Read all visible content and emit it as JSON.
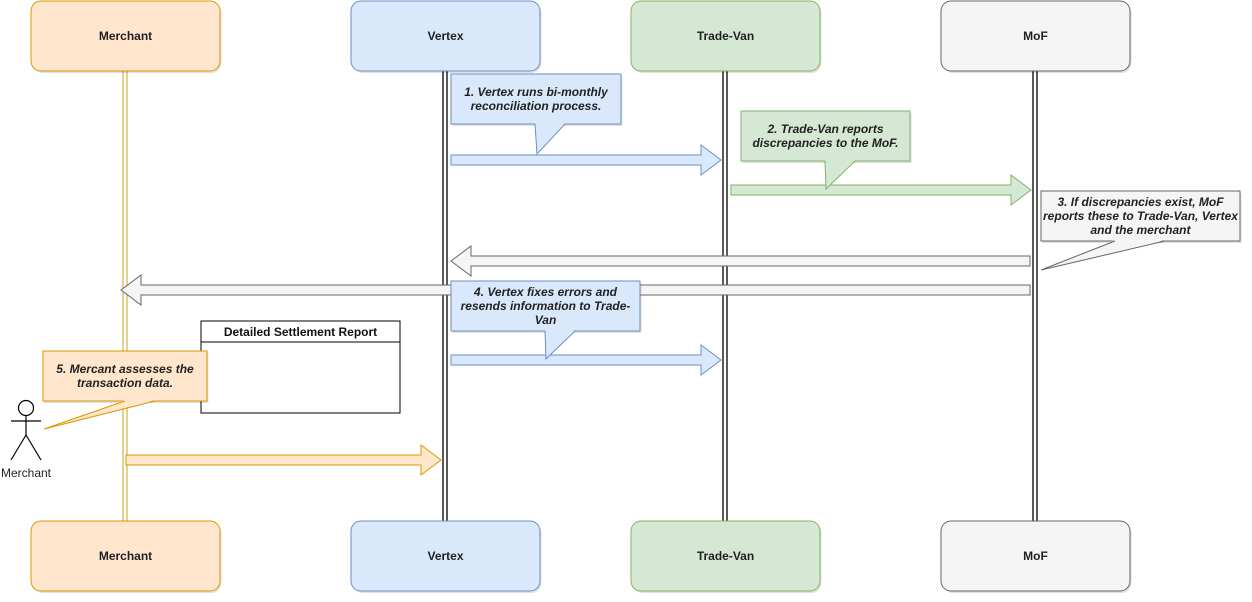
{
  "participants": [
    {
      "id": "merchant",
      "label": "Merchant",
      "fill": "#ffe6cc",
      "stroke": "#d79b00"
    },
    {
      "id": "vertex",
      "label": "Vertex",
      "fill": "#dae8fc",
      "stroke": "#6c8ebf"
    },
    {
      "id": "tradevan",
      "label": "Trade-Van",
      "fill": "#d5e8d4",
      "stroke": "#82b366"
    },
    {
      "id": "mof",
      "label": "MoF",
      "fill": "#f5f5f5",
      "stroke": "#666666"
    }
  ],
  "lifeline_colors": {
    "merchant": "#d6b656",
    "vertex": "#000000",
    "tradevan": "#000000",
    "mof": "#000000"
  },
  "messages": [
    {
      "id": "m1",
      "from": "vertex",
      "to": "tradevan",
      "color": "vertex"
    },
    {
      "id": "m2",
      "from": "tradevan",
      "to": "mof",
      "color": "tradevan"
    },
    {
      "id": "m3a",
      "from": "mof",
      "to": "vertex",
      "color": "mof"
    },
    {
      "id": "m3b",
      "from": "mof",
      "to": "merchant",
      "color": "mof"
    },
    {
      "id": "m4",
      "from": "vertex",
      "to": "tradevan",
      "color": "vertex"
    },
    {
      "id": "m5",
      "from": "merchant",
      "to": "vertex",
      "color": "merchant"
    }
  ],
  "notes": [
    {
      "id": "n1",
      "lines": [
        "1. Vertex runs bi-monthly",
        "reconciliation process."
      ],
      "color": "vertex"
    },
    {
      "id": "n2",
      "lines": [
        "2. Trade-Van reports",
        "discrepancies to the MoF."
      ],
      "color": "tradevan"
    },
    {
      "id": "n3",
      "lines": [
        "3. If discrepancies exist, MoF",
        "reports these to Trade-Van, Vertex",
        "and the merchant"
      ],
      "color": "mof"
    },
    {
      "id": "n4",
      "lines": [
        "4. Vertex fixes errors and",
        "resends information to Trade-",
        "Van"
      ],
      "color": "vertex"
    },
    {
      "id": "n5",
      "lines": [
        "5. Mercant assesses the",
        "transaction data."
      ],
      "color": "merchant"
    }
  ],
  "report_box": {
    "title": "Detailed Settlement Report"
  },
  "actor": {
    "label": "Merchant",
    "icon": "stick-figure-icon"
  }
}
